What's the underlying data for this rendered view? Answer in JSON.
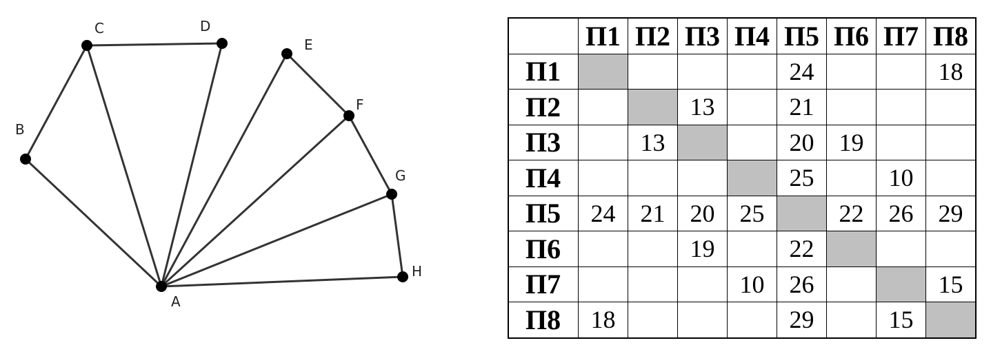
{
  "graph": {
    "vertices": [
      "A",
      "B",
      "C",
      "D",
      "E",
      "F",
      "G",
      "H"
    ],
    "edges": [
      [
        "A",
        "B"
      ],
      [
        "B",
        "C"
      ],
      [
        "C",
        "D"
      ],
      [
        "A",
        "C"
      ],
      [
        "A",
        "D"
      ],
      [
        "A",
        "E"
      ],
      [
        "E",
        "F"
      ],
      [
        "A",
        "F"
      ],
      [
        "F",
        "G"
      ],
      [
        "A",
        "G"
      ],
      [
        "G",
        "H"
      ],
      [
        "A",
        "H"
      ]
    ]
  },
  "table": {
    "headers": [
      "П1",
      "П2",
      "П3",
      "П4",
      "П5",
      "П6",
      "П7",
      "П8"
    ],
    "diagonal_color": "#c0c0c0",
    "rows": [
      {
        "label": "П1",
        "cells": [
          "",
          "",
          "",
          "",
          "24",
          "",
          "",
          "18"
        ]
      },
      {
        "label": "П2",
        "cells": [
          "",
          "",
          "13",
          "",
          "21",
          "",
          "",
          ""
        ]
      },
      {
        "label": "П3",
        "cells": [
          "",
          "13",
          "",
          "",
          "20",
          "19",
          "",
          ""
        ]
      },
      {
        "label": "П4",
        "cells": [
          "",
          "",
          "",
          "",
          "25",
          "",
          "10",
          ""
        ]
      },
      {
        "label": "П5",
        "cells": [
          "24",
          "21",
          "20",
          "25",
          "",
          "22",
          "26",
          "29"
        ]
      },
      {
        "label": "П6",
        "cells": [
          "",
          "",
          "19",
          "",
          "22",
          "",
          "",
          ""
        ]
      },
      {
        "label": "П7",
        "cells": [
          "",
          "",
          "",
          "10",
          "26",
          "",
          "",
          "15"
        ]
      },
      {
        "label": "П8",
        "cells": [
          "18",
          "",
          "",
          "",
          "29",
          "",
          "15",
          ""
        ]
      }
    ]
  }
}
